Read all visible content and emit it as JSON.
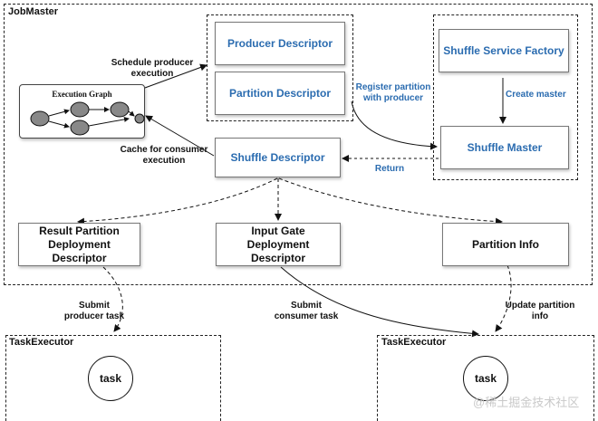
{
  "jobmaster": {
    "title": "JobMaster",
    "execution_graph_title": "Execution Graph",
    "producer_descriptor": "Producer Descriptor",
    "partition_descriptor": "Partition Descriptor",
    "shuffle_descriptor": "Shuffle Descriptor",
    "shuffle_service_factory": "Shuffle Service Factory",
    "shuffle_master": "Shuffle Master",
    "result_partition_dd": "Result Partition Deployment Descriptor",
    "input_gate_dd": "Input Gate Deployment Descriptor",
    "partition_info": "Partition Info"
  },
  "labels": {
    "schedule": "Schedule producer execution",
    "cache": "Cache for consumer execution",
    "register": "Register partition with producer",
    "create_master": "Create master",
    "return": "Return",
    "submit_producer": "Submit producer task",
    "submit_consumer": "Submit consumer task",
    "update_partition": "Update partition info"
  },
  "executors": {
    "left_title": "TaskExecutor",
    "right_title": "TaskExecutor",
    "left_task": "task",
    "right_task": "task"
  },
  "watermark": "@稀土掘金技术社区",
  "colors": {
    "accent_blue": "#2b6cb0"
  }
}
